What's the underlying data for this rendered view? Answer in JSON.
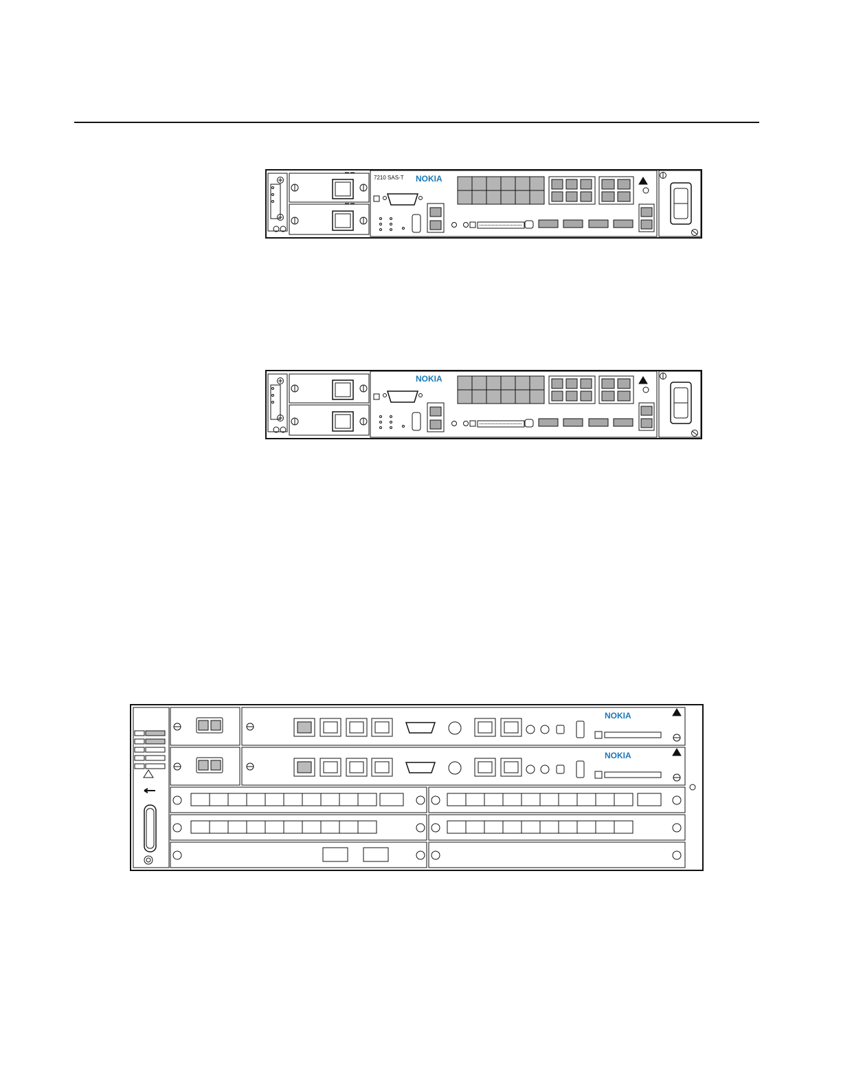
{
  "figures": [
    {
      "id": "sas-t-1",
      "model_label": "7210 SAS-T",
      "brand": "NOKIA"
    },
    {
      "id": "sas-t-2",
      "model_label": "",
      "brand": "NOKIA"
    },
    {
      "id": "chassis-3",
      "brand_card_1": "NOKIA",
      "brand_card_2": "NOKIA"
    }
  ],
  "colors": {
    "brand": "#1a78b8",
    "stroke": "#111111",
    "port_fill": "#a8a8a8",
    "sfp_fill": "#b5b5b5"
  },
  "icons": [
    "screw-icon",
    "power-switch-icon",
    "db15-connector-icon",
    "rj45-port-icon",
    "sfp-port-icon",
    "esd-warning-icon",
    "ground-icon",
    "arrow-left-icon",
    "handle-icon"
  ]
}
